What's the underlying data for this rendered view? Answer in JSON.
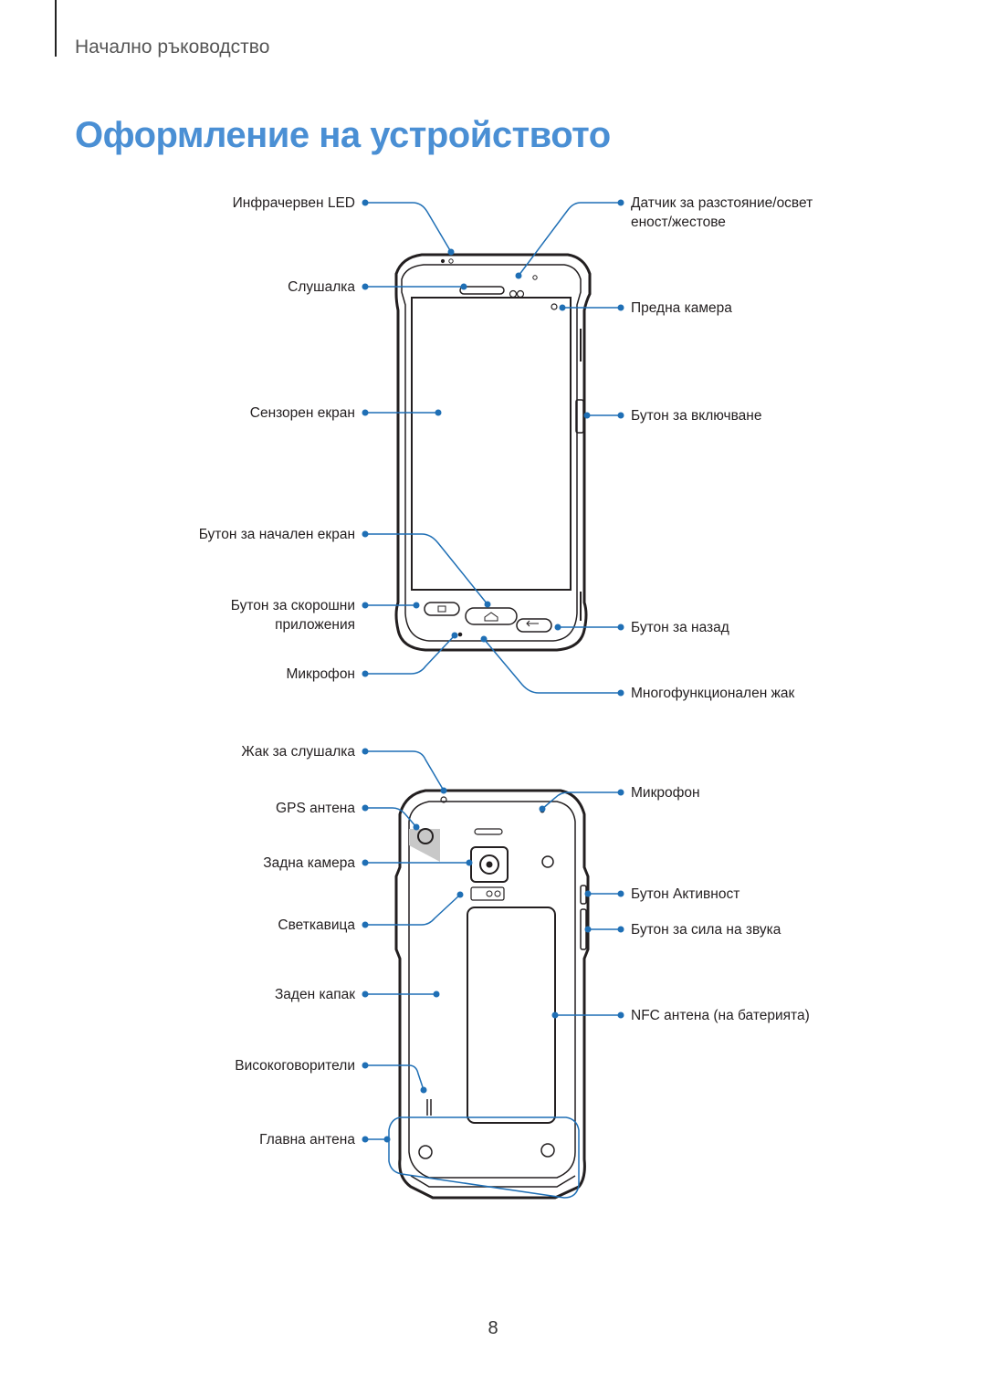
{
  "header": {
    "section": "Начално ръководство",
    "title": "Оформление на устройството"
  },
  "front": {
    "left": [
      "Инфрачервен LED",
      "Слушалка",
      "Сензорен екран",
      "Бутон за начален екран",
      "Бутон за скорошни приложения",
      "Микрофон"
    ],
    "right": [
      "Датчик за разстояние/осветеност/жестове",
      "Предна камера",
      "Бутон за включване",
      "Бутон за назад",
      "Многофункционален жак"
    ]
  },
  "back": {
    "left": [
      "Жак за слушалка",
      "GPS антена",
      "Задна камера",
      "Светкавица",
      "Заден капак",
      "Високоговорители",
      "Главна антена"
    ],
    "right": [
      "Микрофон",
      "Бутон Активност",
      "Бутон за сила на звука",
      "NFC антена (на батерията)"
    ]
  },
  "colors": {
    "accent": "#4a8fd4",
    "callout": "#1f6fb5",
    "outline": "#231f20"
  },
  "footer": {
    "page_number": "8"
  }
}
